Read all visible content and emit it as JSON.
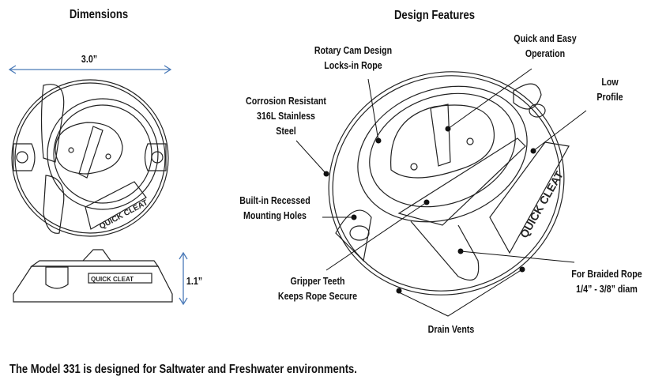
{
  "dimensions": {
    "title": "Dimensions",
    "width_label": "3.0”",
    "height_label": "1.1”",
    "logo_text": "QUICK CLEAT",
    "arrow_color": "#4a7ab8"
  },
  "features": {
    "title": "Design Features",
    "callouts": [
      {
        "line1": "Rotary Cam Design",
        "line2": "Locks-in Rope"
      },
      {
        "line1": "Quick and Easy",
        "line2": "Operation"
      },
      {
        "line1": "Low",
        "line2": "Profile"
      },
      {
        "line1": "Corrosion Resistant",
        "line2": "316L Stainless",
        "line3": "Steel"
      },
      {
        "line1": "Built-in Recessed",
        "line2": "Mounting Holes"
      },
      {
        "line1": "Gripper Teeth",
        "line2": "Keeps Rope Secure"
      },
      {
        "line1": "For Braided Rope",
        "line2": "1/4” - 3/8” diam"
      },
      {
        "line1": "Drain Vents"
      }
    ]
  },
  "footer": "The Model 331 is designed for Saltwater and Freshwater environments."
}
